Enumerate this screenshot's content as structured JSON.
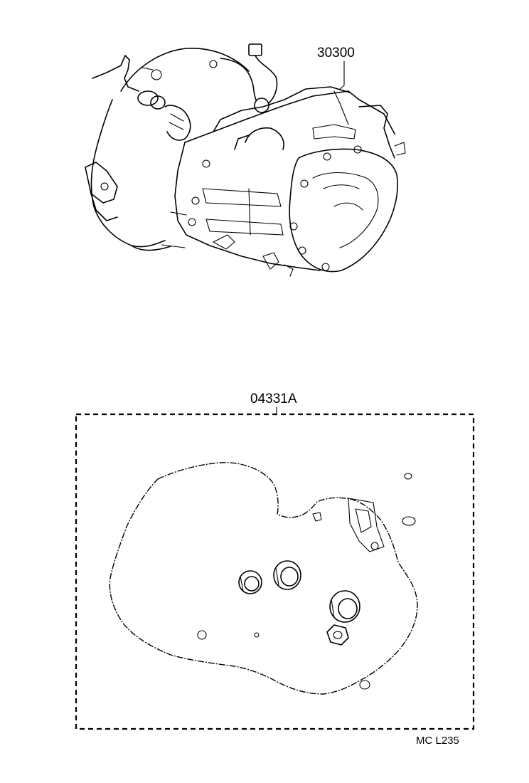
{
  "parts": {
    "transaxle_assembly": {
      "part_number": "30300"
    },
    "gasket_kit": {
      "part_number": "04331A"
    }
  },
  "illustration_code": "MC L235"
}
